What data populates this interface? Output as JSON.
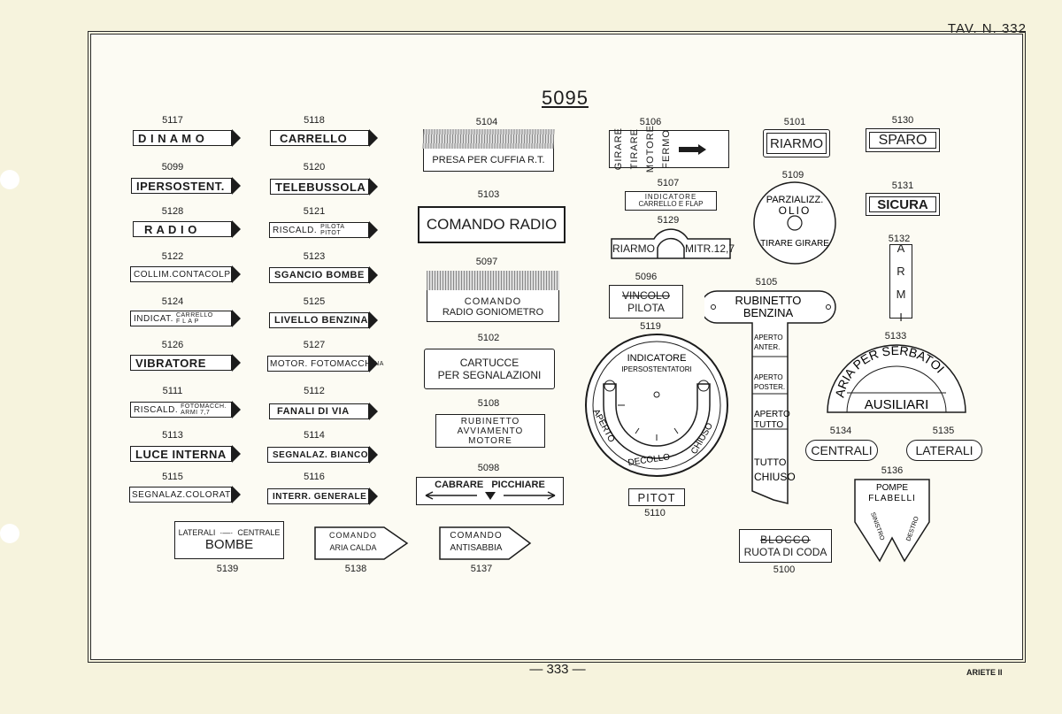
{
  "header": {
    "tav": "TAV. N. 332"
  },
  "footer": {
    "page": "— 333 —",
    "title": "ARIETE II"
  },
  "title_code": "5095",
  "plates": {
    "p5117": {
      "num": "5117",
      "text": "D I N A M O"
    },
    "p5099": {
      "num": "5099",
      "text": "IPERSOSTENT."
    },
    "p5128": {
      "num": "5128",
      "text": "R A D I O"
    },
    "p5122": {
      "num": "5122",
      "text": "COLLIM.CONTACOLPI"
    },
    "p5124": {
      "num": "5124",
      "text": "INDICAT.",
      "sup": "CARRELLO",
      "sub": "F L A P"
    },
    "p5126": {
      "num": "5126",
      "text": "VIBRATORE"
    },
    "p5111": {
      "num": "5111",
      "text": "RISCALD.",
      "sup": "FOTOMACCH.",
      "sub": "ARMI 7,7"
    },
    "p5113": {
      "num": "5113",
      "text": "LUCE INTERNA"
    },
    "p5115": {
      "num": "5115",
      "text": "SEGNALAZ.COLORATI"
    },
    "p5118": {
      "num": "5118",
      "text": "CARRELLO"
    },
    "p5120": {
      "num": "5120",
      "text": "TELEBUSSOLA"
    },
    "p5121": {
      "num": "5121",
      "text": "RISCALD.",
      "sup": "PILOTA",
      "sub": "PITOT"
    },
    "p5123": {
      "num": "5123",
      "text": "SGANCIO BOMBE"
    },
    "p5125": {
      "num": "5125",
      "text": "LIVELLO BENZINA"
    },
    "p5127": {
      "num": "5127",
      "text": "MOTOR. FOTOMACCH.",
      "sup": "NA"
    },
    "p5112": {
      "num": "5112",
      "text": "FANALI DI VIA"
    },
    "p5114": {
      "num": "5114",
      "text": "SEGNALAZ. BIANCO"
    },
    "p5116": {
      "num": "5116",
      "text": "INTERR. GENERALE"
    },
    "p5104": {
      "num": "5104",
      "text": "PRESA PER CUFFIA R.T."
    },
    "p5103": {
      "num": "5103",
      "text": "COMANDO RADIO"
    },
    "p5097": {
      "num": "5097",
      "line1": "COMANDO",
      "line2": "RADIO GONIOMETRO"
    },
    "p5102": {
      "num": "5102",
      "line1": "CARTUCCE",
      "line2": "PER SEGNALAZIONI"
    },
    "p5108": {
      "num": "5108",
      "line1": "RUBINETTO",
      "line2": "AVVIAMENTO",
      "line3": "MOTORE"
    },
    "p5098": {
      "num": "5098",
      "text": "CABRARE   PICCHIARE"
    },
    "p5106": {
      "num": "5106",
      "c1": "FERMO",
      "c2": "MOTORE",
      "c2b": "TIRARE",
      "c3": "GIRARE"
    },
    "p5107": {
      "num": "5107",
      "line1": "INDICATORE",
      "line2": "CARRELLO E FLAP"
    },
    "p5129": {
      "num": "5129",
      "left": "RIARMO",
      "right": "MITR.12,7"
    },
    "p5096": {
      "num": "5096",
      "line1": "VINCOLO",
      "line2": "PILOTA"
    },
    "p5119": {
      "num": "5119",
      "line1": "INDICATORE",
      "line2": "IPERSOSTENTATORI",
      "a": "APERTO",
      "b": "DECOLLO",
      "c": "CHIUSO"
    },
    "p5110": {
      "num": "5110",
      "text": "PITOT"
    },
    "p5101": {
      "num": "5101",
      "text": "RIARMO"
    },
    "p5109": {
      "num": "5109",
      "line1": "PARZIALIZZ.",
      "line2": "OLIO",
      "line3": "TIRARE GIRARE"
    },
    "p5105": {
      "num": "5105",
      "line1": "RUBINETTO",
      "line2": "BENZINA",
      "s1a": "APERTO",
      "s1b": "ANTER.",
      "s2a": "APERTO",
      "s2b": "POSTER.",
      "s3a": "APERTO",
      "s3b": "TUTTO",
      "s4a": "TUTTO",
      "s4b": "CHIUSO"
    },
    "p5130": {
      "num": "5130",
      "text": "SPARO"
    },
    "p5131": {
      "num": "5131",
      "text": "SICURA"
    },
    "p5132": {
      "num": "5132",
      "text": "A R M I"
    },
    "p5133": {
      "num": "5133",
      "arc": "ARIA PER SERBATOI",
      "text": "AUSILIARI"
    },
    "p5134": {
      "num": "5134",
      "text": "CENTRALI"
    },
    "p5135": {
      "num": "5135",
      "text": "LATERALI"
    },
    "p5136": {
      "num": "5136",
      "line1": "POMPE",
      "line2": "FLABELLI",
      "l": "SINISTRO",
      "r": "DESTRO"
    },
    "p5100": {
      "num": "5100",
      "line1": "BLOCCO",
      "line2": "RUOTA DI CODA"
    },
    "p5139": {
      "num": "5139",
      "line1": "LATERALI  ·—·  CENTRALE",
      "line2": "BOMBE"
    },
    "p5138": {
      "num": "5138",
      "line1": "COMANDO",
      "line2": "ARIA CALDA"
    },
    "p5137": {
      "num": "5137",
      "line1": "COMANDO",
      "line2": "ANTISABBIA"
    }
  }
}
